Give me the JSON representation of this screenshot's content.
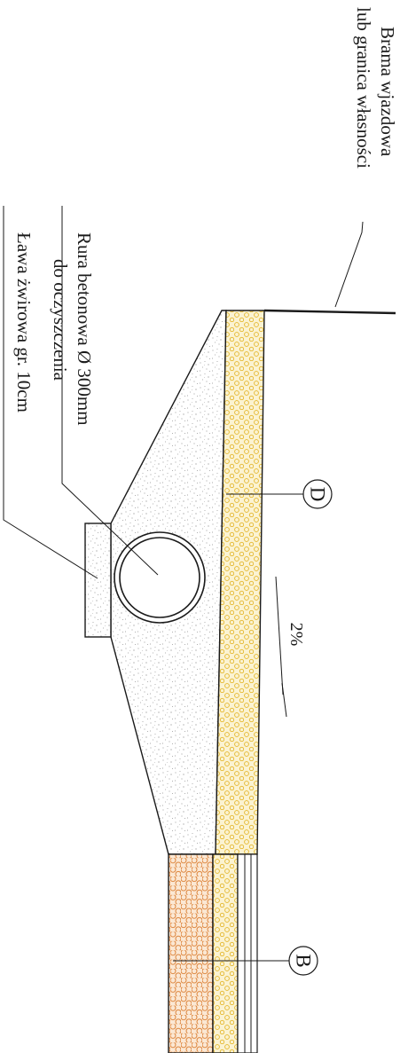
{
  "labels": {
    "gate_line1": "Brama wjazdowa",
    "gate_line2": "lub granica własności",
    "pipe_line1": "Rura betonowa Ø 300mm",
    "pipe_line2": "do oczyszczenia",
    "bench_line1": "Ława żwirowa gr. 10cm",
    "slope": "2%",
    "callout_d": "D",
    "callout_b": "B"
  },
  "colors": {
    "line": "#1a1a1a",
    "sand_fill": "#fbf3d2",
    "sand_dots": "#e4b62a",
    "gravel_fill": "#fbe8d4",
    "gravel_cells": "#d9792a",
    "concrete_speckle": "#8a8a8a"
  }
}
